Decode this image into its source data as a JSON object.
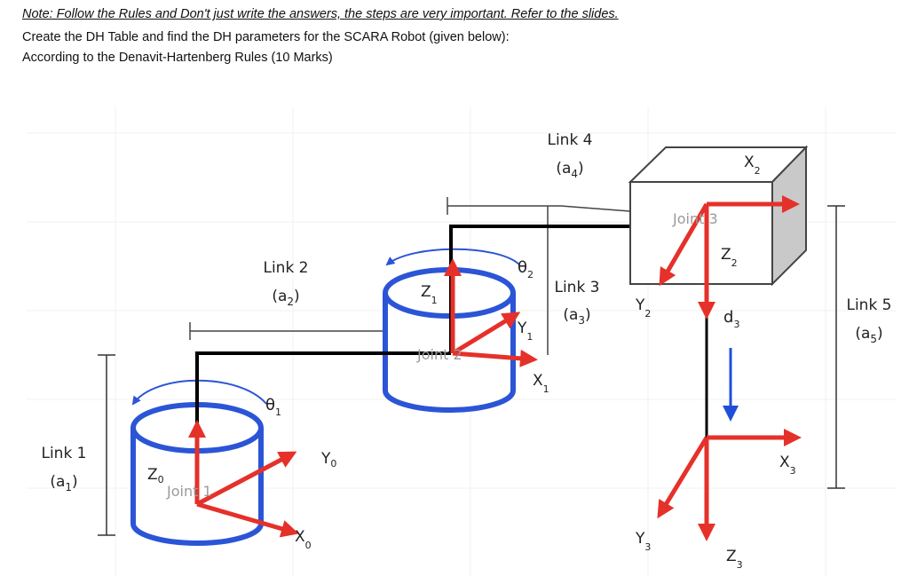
{
  "header": {
    "note": "Note: Follow the Rules and Don't just write the answers, the steps are very important. Refer to the slides.",
    "task": "Create the DH Table and find the DH parameters for the SCARA Robot (given below):",
    "marks": "According to the Denavit-Hartenberg Rules (10 Marks)"
  },
  "diagram": {
    "colors": {
      "frame": "#e5312a",
      "cylinder": "#2b55d6",
      "link": "#000000",
      "dim": "#333333",
      "faded": "#9a9a9a"
    },
    "links": {
      "l1": {
        "name": "Link 1",
        "param": "(a",
        "sub": "1",
        "close": ")"
      },
      "l2": {
        "name": "Link 2",
        "param": "(a",
        "sub": "2",
        "close": ")"
      },
      "l3": {
        "name": "Link 3",
        "param": "(a",
        "sub": "3",
        "close": ")"
      },
      "l4": {
        "name": "Link 4",
        "param": "(a",
        "sub": "4",
        "close": ")"
      },
      "l5": {
        "name": "Link 5",
        "param": "(a",
        "sub": "5",
        "close": ")"
      }
    },
    "joints": {
      "j1": "Joint 1",
      "j2": "Joint 2",
      "j3": "Joint 3"
    },
    "axes": {
      "z0": {
        "base": "Z",
        "sub": "0"
      },
      "y0": {
        "base": "Y",
        "sub": "0"
      },
      "x0": {
        "base": "X",
        "sub": "0"
      },
      "z1": {
        "base": "Z",
        "sub": "1"
      },
      "y1": {
        "base": "Y",
        "sub": "1"
      },
      "x1": {
        "base": "X",
        "sub": "1"
      },
      "z2": {
        "base": "Z",
        "sub": "2"
      },
      "y2": {
        "base": "Y",
        "sub": "2"
      },
      "x2": {
        "base": "X",
        "sub": "2"
      },
      "z3": {
        "base": "Z",
        "sub": "3"
      },
      "y3": {
        "base": "Y",
        "sub": "3"
      },
      "x3": {
        "base": "X",
        "sub": "3"
      }
    },
    "params": {
      "theta1": {
        "base": "θ",
        "sub": "1"
      },
      "theta2": {
        "base": "θ",
        "sub": "2"
      },
      "d3": {
        "base": "d",
        "sub": "3"
      }
    }
  }
}
